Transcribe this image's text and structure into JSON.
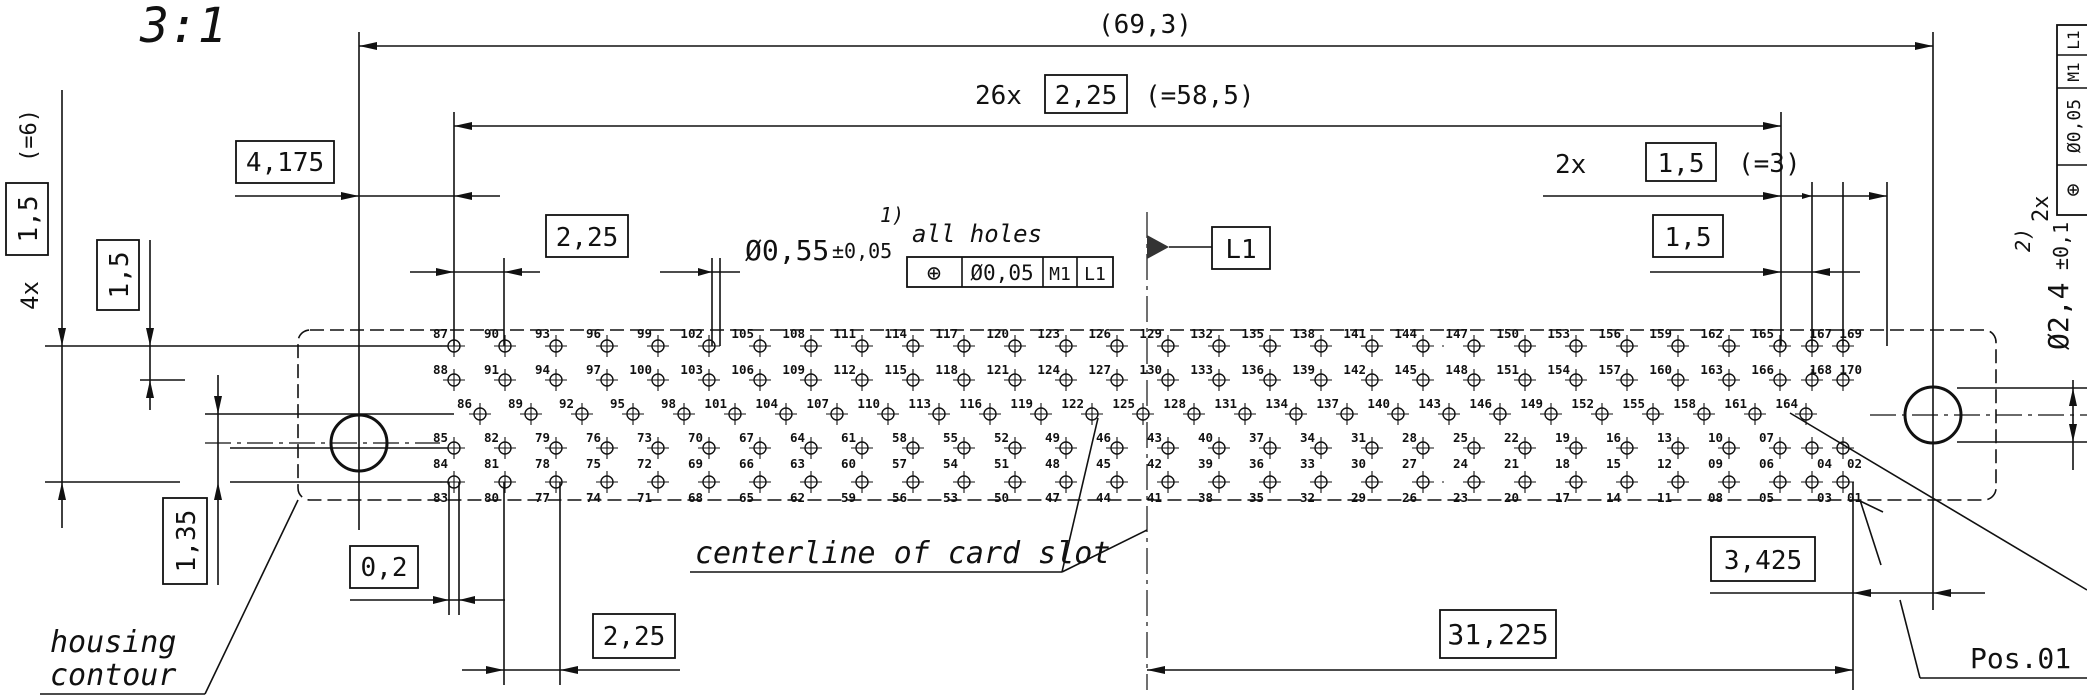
{
  "scale": "3:1",
  "dims": {
    "overall": "(69,3)",
    "pitch_count": "26x",
    "pitch": "2,25",
    "pitch_total": "(=58,5)",
    "right_count": "2x",
    "right_pitch": "1,5",
    "right_total": "(=3)",
    "left_offset": "4,175",
    "left_small_pitch": "2,25",
    "row_count": "4x",
    "row_pitch": "1,5",
    "row_total": "(=6)",
    "row_pitch_2": "1,5",
    "row_offset": "1,35",
    "gap": "0,2",
    "bottom_pitch": "2,25",
    "half_width": "31,225",
    "right_offset": "3,425",
    "right_small": "1,5",
    "hole_dia": "Ø0,55",
    "hole_tol": "±0,05",
    "pos_dia": "Ø2,4",
    "pos_tol": "±0,1",
    "pos_count": "2x"
  },
  "notes": {
    "n1": "1)",
    "n2": "2)",
    "all_holes": "all holes",
    "card_slot": "centerline of card slot",
    "housing_1": "housing",
    "housing_2": "contour",
    "pos": "Pos.01"
  },
  "tolerance_frame": {
    "symbol": "⊕",
    "value": "Ø0,05",
    "ref1": "M1",
    "ref2": "L1"
  },
  "datum": "L1",
  "pins": {
    "left_cols": [
      [
        "87",
        "88",
        "86",
        "85",
        "84",
        "83"
      ],
      [
        "90",
        "91",
        "89",
        "82",
        "81",
        "80"
      ],
      [
        "93",
        "94",
        "92",
        "79",
        "78",
        "77"
      ],
      [
        "96",
        "97",
        "95",
        "76",
        "75",
        "74"
      ],
      [
        "99",
        "100",
        "98",
        "73",
        "72",
        "71"
      ],
      [
        "102",
        "103",
        "101",
        "70",
        "69",
        "68"
      ],
      [
        "105",
        "106",
        "104",
        "67",
        "66",
        "65"
      ],
      [
        "108",
        "109",
        "107",
        "64",
        "63",
        "62"
      ],
      [
        "111",
        "112",
        "110",
        "61",
        "60",
        "59"
      ],
      [
        "114",
        "115",
        "113",
        "58",
        "57",
        "56"
      ],
      [
        "117",
        "118",
        "116",
        "55",
        "54",
        "53"
      ],
      [
        "120",
        "121",
        "119",
        "52",
        "51",
        "50"
      ],
      [
        "123",
        "124",
        "122",
        "49",
        "48",
        "47"
      ],
      [
        "126",
        "127",
        "125",
        "46",
        "45",
        "44"
      ]
    ],
    "right_cols": [
      [
        "129",
        "130",
        "128",
        "43",
        "42",
        "41"
      ],
      [
        "132",
        "133",
        "131",
        "40",
        "39",
        "38"
      ],
      [
        "135",
        "136",
        "134",
        "37",
        "36",
        "35"
      ],
      [
        "138",
        "139",
        "137",
        "34",
        "33",
        "32"
      ],
      [
        "141",
        "142",
        "140",
        "31",
        "30",
        "29"
      ],
      [
        "144",
        "145",
        "143",
        "28",
        "27",
        "26"
      ],
      [
        "147",
        "148",
        "146",
        "25",
        "24",
        "23"
      ],
      [
        "150",
        "151",
        "149",
        "22",
        "21",
        "20"
      ],
      [
        "153",
        "154",
        "152",
        "19",
        "18",
        "17"
      ],
      [
        "156",
        "157",
        "155",
        "16",
        "15",
        "14"
      ],
      [
        "159",
        "160",
        "158",
        "13",
        "12",
        "11"
      ],
      [
        "162",
        "163",
        "161",
        "10",
        "09",
        "08"
      ],
      [
        "165",
        "166",
        "164",
        "07",
        "06",
        "05"
      ]
    ],
    "extra_top": [
      "167",
      "169",
      "168",
      "170"
    ],
    "extra_bottom": [
      "04",
      "02",
      "03",
      "01"
    ]
  }
}
